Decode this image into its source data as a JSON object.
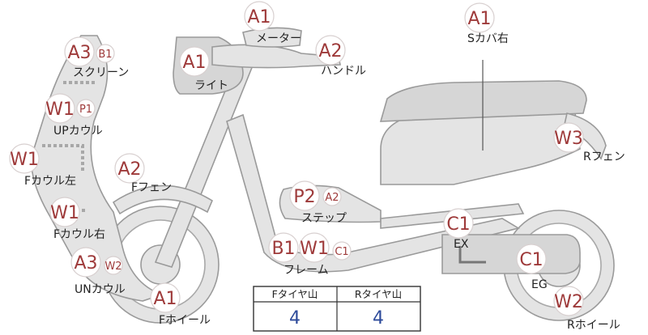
{
  "parts": {
    "meter": {
      "label": "メーター",
      "grade": "A1"
    },
    "s_cover_right": {
      "label": "Sカバ右",
      "grade": "A1"
    },
    "handle": {
      "label": "ハンドル",
      "grade": "A2"
    },
    "screen": {
      "label": "スクリーン",
      "grade": "A3",
      "sub": "B1"
    },
    "light": {
      "label": "ライト",
      "grade": "A1"
    },
    "up_cowl": {
      "label": "UPカウル",
      "grade": "W1",
      "sub": "P1"
    },
    "r_fender": {
      "label": "Rフェン",
      "grade": "W3"
    },
    "f_cowl_left": {
      "label": "Fカウル左",
      "grade": "W1"
    },
    "f_fender": {
      "label": "Fフェン",
      "grade": "A2"
    },
    "step": {
      "label": "ステップ",
      "grade": "P2",
      "sub": "A2"
    },
    "f_cowl_right": {
      "label": "Fカウル右",
      "grade": "W1"
    },
    "ex": {
      "label": "EX",
      "grade": "C1"
    },
    "frame": {
      "label": "フレーム",
      "grade": "B1",
      "grade2": "W1",
      "sub": "C1"
    },
    "un_cowl": {
      "label": "UNカウル",
      "grade": "A3",
      "sub": "W2"
    },
    "eg": {
      "label": "EG",
      "grade": "C1"
    },
    "f_wheel": {
      "label": "Fホイール",
      "grade": "A1"
    },
    "r_wheel": {
      "label": "Rホイール",
      "grade": "W2"
    }
  },
  "tire_table": {
    "headers": [
      "Fタイヤ山",
      "Rタイヤ山"
    ],
    "values": [
      "4",
      "4"
    ]
  }
}
